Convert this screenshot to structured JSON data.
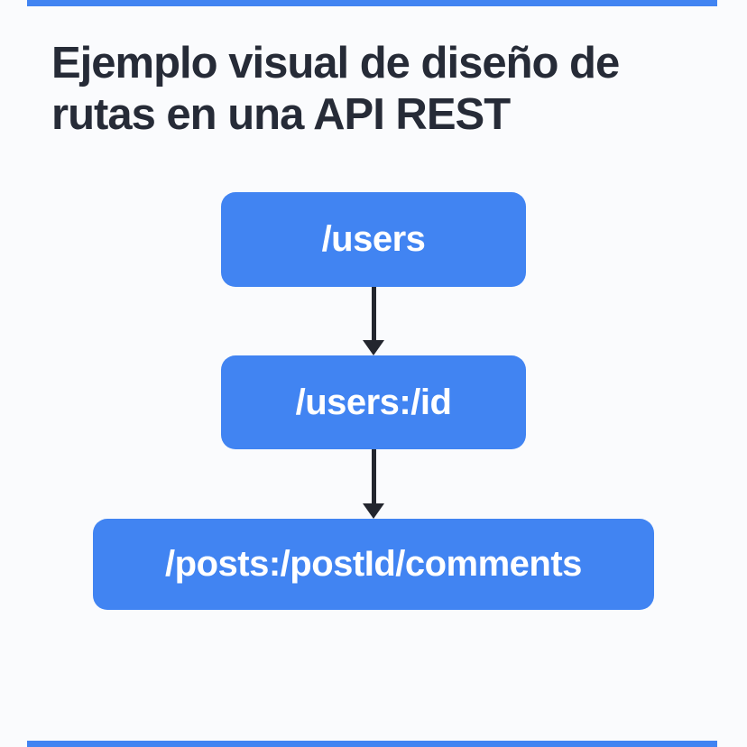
{
  "title": {
    "line1": "Ejemplo visual de diseño de",
    "line2": "rutas en una API REST"
  },
  "diagram": {
    "type": "flowchart",
    "direction": "top-down",
    "nodes": [
      {
        "label": "/users"
      },
      {
        "label": "/users:/id"
      },
      {
        "label": "/posts:/postId/comments"
      }
    ],
    "edges": [
      {
        "from": "/users",
        "to": "/users:/id",
        "style": "arrow-down"
      },
      {
        "from": "/users:/id",
        "to": "/posts:/postId/comments",
        "style": "arrow-down"
      }
    ]
  },
  "colors": {
    "background": "#fafbfd",
    "node_fill": "#4184f2",
    "node_text": "#ffffff",
    "title_text": "#262b37",
    "arrow": "#23262e"
  }
}
